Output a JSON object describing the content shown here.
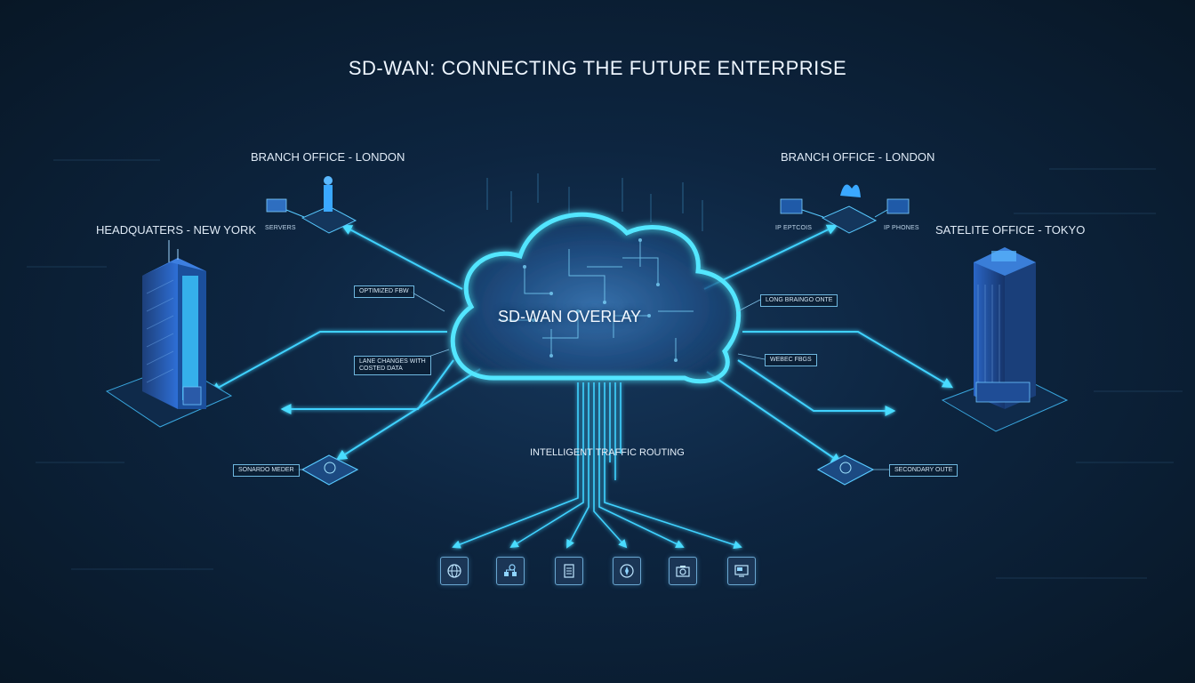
{
  "title": "SD-WAN: CONNECTING THE FUTURE ENTERPRISE",
  "cloud": {
    "label": "SD-WAN OVERLAY"
  },
  "routing_label": "INTELLIGENT TRAFFIC ROUTING",
  "sites": {
    "branch_left": {
      "label": "BRANCH OFFICE - LONDON",
      "device_label": "SERVERS"
    },
    "branch_right": {
      "label": "BRANCH OFFICE - LONDON",
      "device_left_label": "IP EPTCOIS",
      "device_right_label": "IP PHONES"
    },
    "headquarters": {
      "label": "HEADQUATERS - NEW YORK"
    },
    "satellite": {
      "label": "SATELITE OFFICE - TOKYO"
    }
  },
  "tags": {
    "left_top": "OPTIMIZED FBW",
    "left_bottom_line1": "LANE CHANGES WITH",
    "left_bottom_line2": "COSTED DATA",
    "left_router": "SONARDO MEDER",
    "right_top": "LONG BRAINGO ONTE",
    "right_mid": "WEBEC FBGS",
    "right_router": "SECONDARY OUTE"
  },
  "apps": [
    {
      "icon": "globe-icon"
    },
    {
      "icon": "network-nodes-icon"
    },
    {
      "icon": "document-icon"
    },
    {
      "icon": "compass-icon"
    },
    {
      "icon": "camera-icon"
    },
    {
      "icon": "monitor-icon"
    }
  ],
  "colors": {
    "background": "#0d2540",
    "accent": "#38d8ff",
    "cloud_glow": "#4fe3ff",
    "building": "#2a68c8",
    "text": "#e6f1fb"
  }
}
